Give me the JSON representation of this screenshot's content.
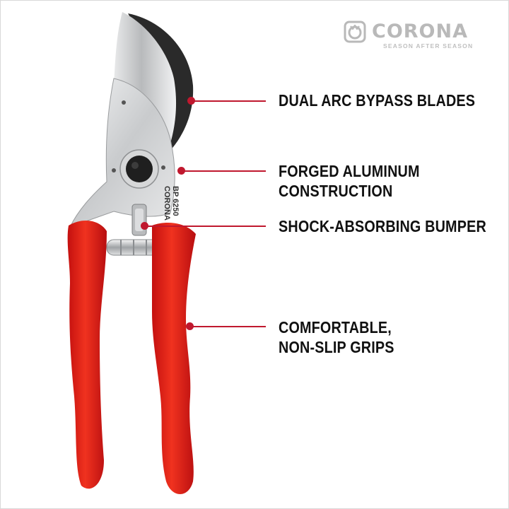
{
  "brand": {
    "name": "CORONA",
    "tagline": "SEASON AFTER SEASON",
    "logo_icon": "corona-crest-icon",
    "color": "#b9b9b9"
  },
  "product": {
    "icon": "bypass-pruner",
    "handle_color": "#e8271f",
    "blade_color": "#c7c9cb",
    "engraving": {
      "brand": "CORONA",
      "model": "BP 6250"
    }
  },
  "callouts": {
    "accent_color": "#c0182e",
    "items": [
      {
        "lines": [
          "DUAL ARC BYPASS BLADES"
        ]
      },
      {
        "lines": [
          "FORGED ALUMINUM",
          "CONSTRUCTION"
        ]
      },
      {
        "lines": [
          "SHOCK-ABSORBING BUMPER"
        ]
      },
      {
        "lines": [
          "COMFORTABLE,",
          "NON-SLIP GRIPS"
        ]
      }
    ]
  }
}
